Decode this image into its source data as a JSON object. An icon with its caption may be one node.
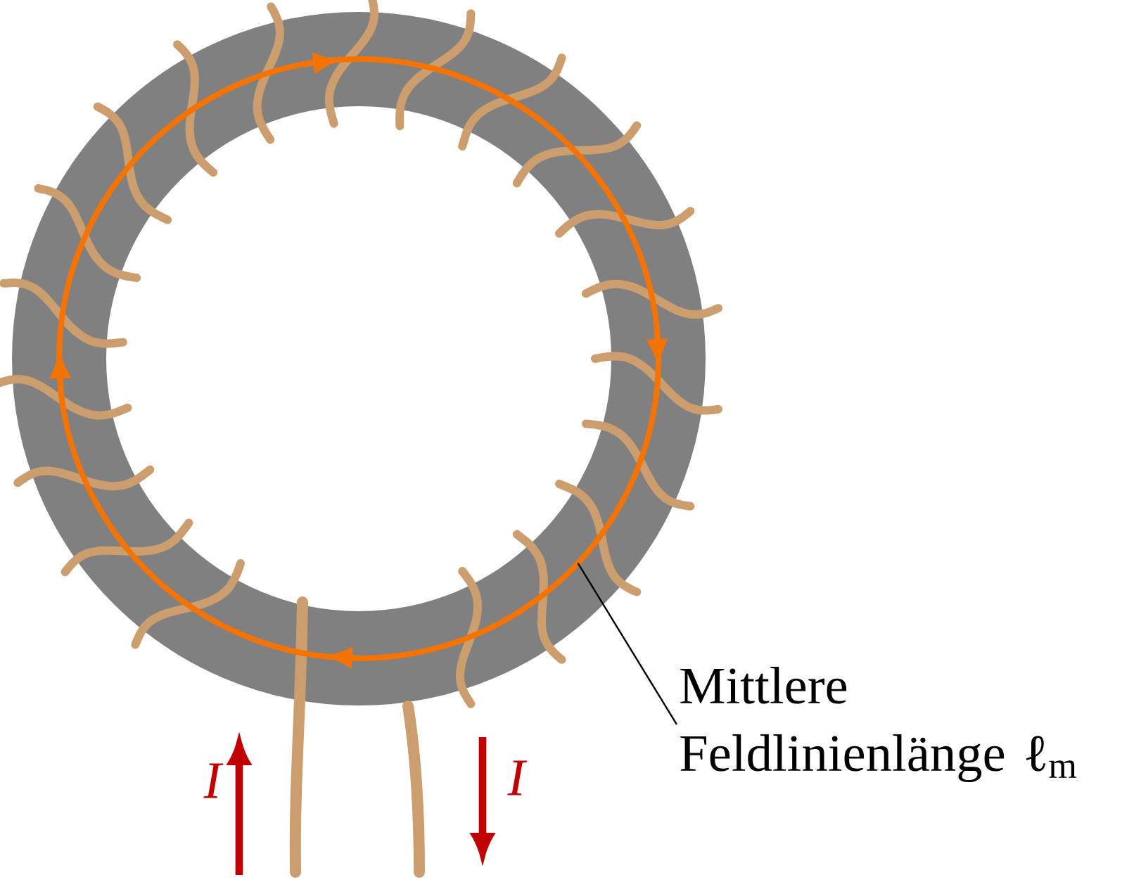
{
  "diagram": {
    "nodes": [
      {
        "text": [
          "Mittlere Feldlinienlänge ℓ$_{m}$"
        ]
      },
      {
        "text": [],
        "shape": "circle"
      }
    ],
    "edges": [
      {
        "from": 0,
        "to": 1,
        "arrow": "none"
      }
    ],
    "labels": [
      "I",
      "I"
    ]
  }
}
